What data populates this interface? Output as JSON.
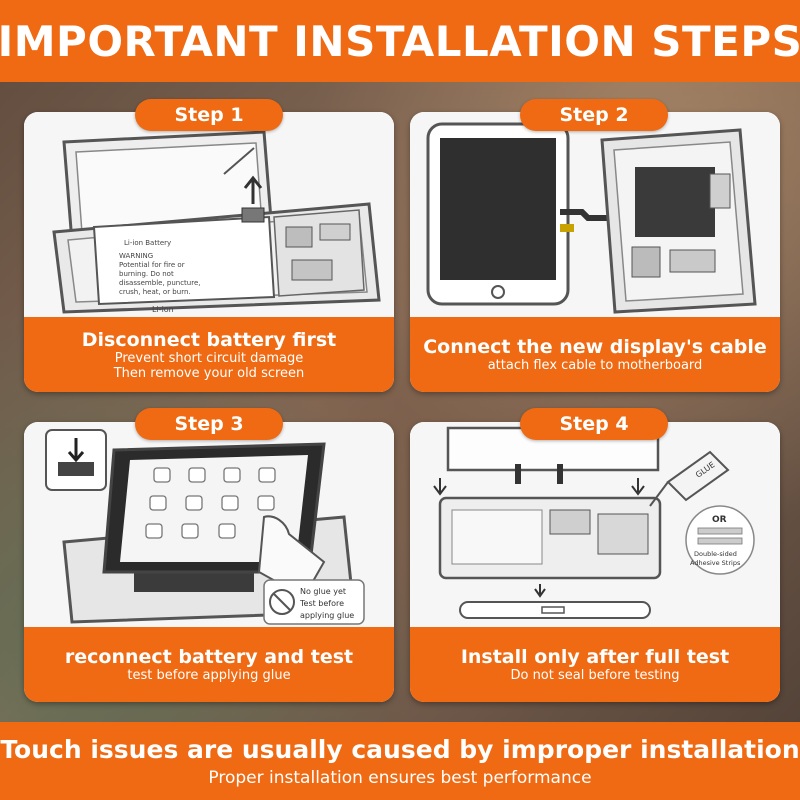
{
  "page_title": "IMPORTANT INSTALLATION STEPS",
  "steps": [
    {
      "label": "Step 1",
      "title": "Disconnect battery first",
      "lines": [
        "Prevent short circuit damage",
        "Then remove your old screen"
      ],
      "battery_label": {
        "header": "Li-ion Battery",
        "warning": [
          "WARNING",
          "Potential for fire or",
          "burning. Do not",
          "disassemble, puncture,",
          "crush, heat, or burn."
        ],
        "chem": "Li-ion"
      }
    },
    {
      "label": "Step 2",
      "title": "Connect the new display's cable",
      "lines": [
        "attach flex cable to motherboard"
      ]
    },
    {
      "label": "Step 3",
      "title": "reconnect battery and test",
      "lines": [
        "test before applying glue"
      ],
      "note": [
        "No glue yet",
        "Test before",
        "applying glue"
      ]
    },
    {
      "label": "Step 4",
      "title": "Install only after full test",
      "lines": [
        "Do not seal before testing"
      ],
      "glue_label": "GLUE",
      "or_label": "OR",
      "strip_label": [
        "Double-sided",
        "Adhesive Strips"
      ]
    }
  ],
  "footer": {
    "main": "Touch issues are usually caused by improper installation",
    "sub": "Proper installation ensures best performance"
  },
  "colors": {
    "accent": "#ef6a12",
    "card": "#ffffff",
    "line_art": "#555555"
  }
}
